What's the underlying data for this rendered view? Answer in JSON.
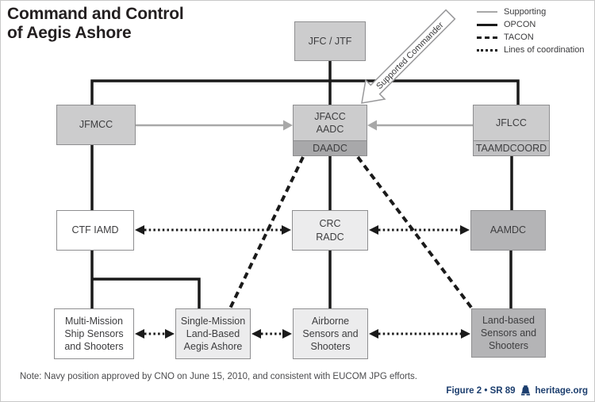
{
  "title": {
    "line1": "Command and Control",
    "line2": "of Aegis Ashore"
  },
  "legend": {
    "items": [
      {
        "label": "Supporting",
        "style": "supporting"
      },
      {
        "label": "OPCON",
        "style": "opcon"
      },
      {
        "label": "TACON",
        "style": "tacon"
      },
      {
        "label": "Lines of coordination",
        "style": "coordination"
      }
    ]
  },
  "boxes": {
    "jfc_jtf": {
      "label": "JFC / JTF"
    },
    "jfmcc": {
      "label": "JFMCC"
    },
    "jfacc": {
      "lines": [
        "JFACC",
        "AADC"
      ],
      "sub": "DAADC"
    },
    "jflcc": {
      "label": "JFLCC",
      "sub": "TAAMDCOORD"
    },
    "ctf_iamd": {
      "label": "CTF IAMD"
    },
    "crc_radc": {
      "lines": [
        "CRC",
        "RADC"
      ]
    },
    "aamdc": {
      "label": "AAMDC"
    },
    "multi_mission": {
      "lines": [
        "Multi-Mission",
        "Ship Sensors",
        "and Shooters"
      ]
    },
    "single_mission": {
      "lines": [
        "Single-Mission",
        "Land-Based",
        "Aegis Ashore"
      ]
    },
    "airborne": {
      "lines": [
        "Airborne",
        "Sensors and",
        "Shooters"
      ]
    },
    "land_based": {
      "lines": [
        "Land-based",
        "Sensors and",
        "Shooters"
      ]
    }
  },
  "annotations": {
    "supported_commander": "Supported Commander"
  },
  "note": "Note: Navy position approved by CNO on June 15, 2010, and consistent with EUCOM JPG efforts.",
  "credit": {
    "figure": "Figure 2 • SR 89",
    "source": "heritage.org"
  },
  "colors": {
    "opcon_black": "#1a1a1a",
    "supporting_gray": "#a8a8a8",
    "box_light_gray": "#cccccd",
    "box_pale_gray": "#ececed",
    "box_medium_gray": "#b4b4b6",
    "daadc_strip": "#a8a8aa",
    "taamdcoord_strip": "#c0c0c2",
    "box_border": "#8e8e90",
    "credit_blue": "#1c3e6e"
  }
}
